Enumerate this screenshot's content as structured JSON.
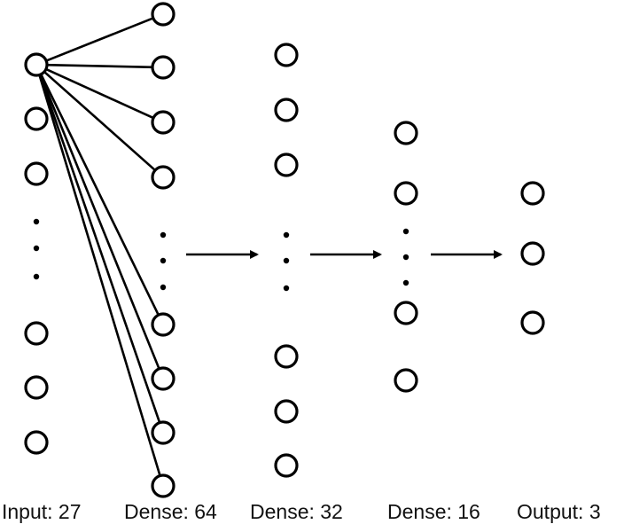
{
  "layers": [
    {
      "label": "Input: 27",
      "units": 27,
      "visible_nodes": 6
    },
    {
      "label": "Dense: 64",
      "units": 64,
      "visible_nodes": 8
    },
    {
      "label": "Dense: 32",
      "units": 32,
      "visible_nodes": 6
    },
    {
      "label": "Dense: 16",
      "units": 16,
      "visible_nodes": 4
    },
    {
      "label": "Output: 3",
      "units": 3,
      "visible_nodes": 3
    }
  ],
  "colors": {
    "stroke": "#000000",
    "background": "#ffffff"
  }
}
